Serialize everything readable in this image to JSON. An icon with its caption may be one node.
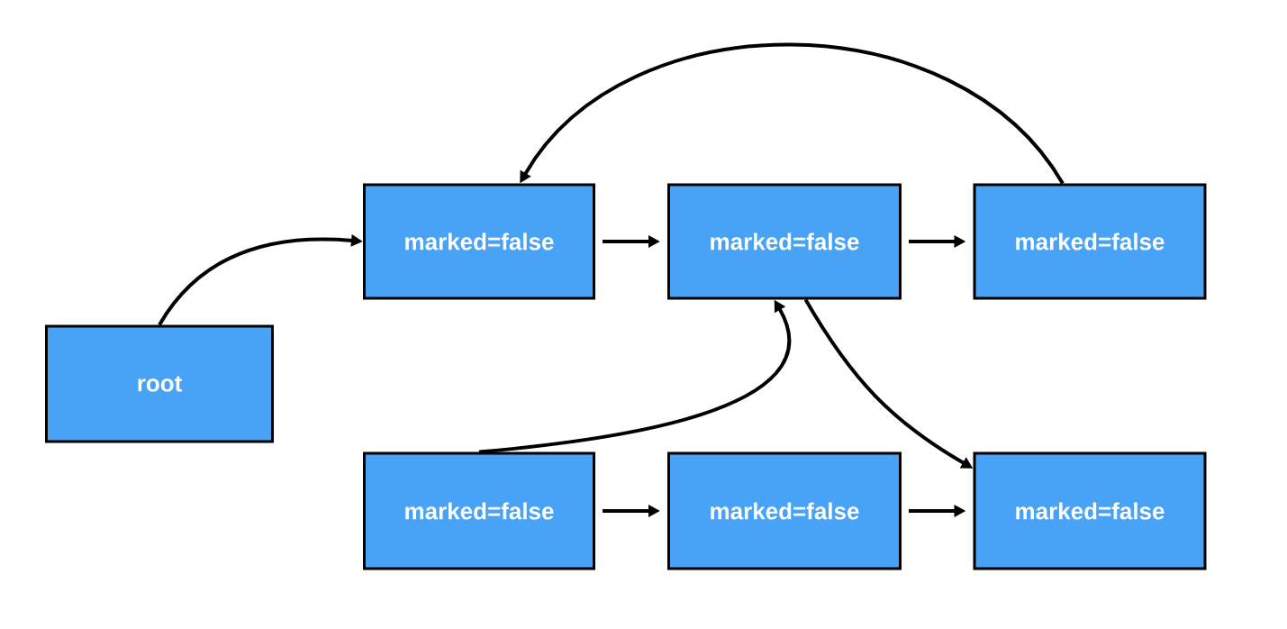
{
  "diagram": {
    "nodes": [
      {
        "text": [
          "root"
        ]
      },
      {
        "text": [
          "marked=false"
        ]
      },
      {
        "text": [
          "marked=false"
        ]
      },
      {
        "text": [
          "marked=false"
        ]
      },
      {
        "text": [
          "marked=false"
        ]
      },
      {
        "text": [
          "marked=false"
        ]
      },
      {
        "text": [
          "marked=false"
        ]
      }
    ],
    "edges": [
      {
        "from": 0,
        "to": 1,
        "arrow": "to"
      },
      {
        "from": 1,
        "to": 2,
        "arrow": "to"
      },
      {
        "from": 2,
        "to": 3,
        "arrow": "to"
      },
      {
        "from": 3,
        "to": 1,
        "arrow": "to"
      },
      {
        "from": 2,
        "to": 6,
        "arrow": "to"
      },
      {
        "from": 4,
        "to": 2,
        "arrow": "to"
      },
      {
        "from": 4,
        "to": 5,
        "arrow": "to"
      },
      {
        "from": 5,
        "to": 6,
        "arrow": "to"
      }
    ]
  }
}
